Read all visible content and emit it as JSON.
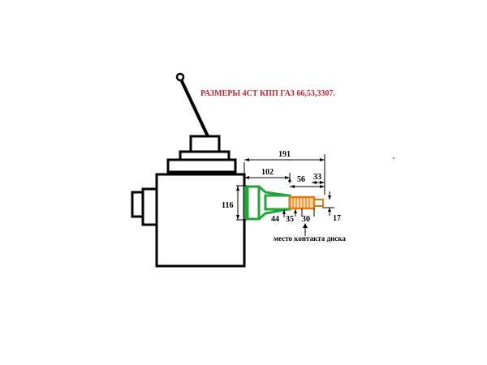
{
  "title": "РАЗМЕРЫ 4СТ КПП ГАЗ 66,53,3307.",
  "caption": "место контакта диска",
  "dimensions": {
    "total_length": "191",
    "bell_length": "102",
    "shaft_section": "56",
    "end_section": "33",
    "flange_height": "116",
    "shaft_diameter": "44",
    "spline_diameter": "35",
    "spline_length": "30",
    "tip_diameter": "17"
  },
  "colors": {
    "outline": "#000000",
    "housing_flange": "#22a33a",
    "spline": "#e07a12",
    "title": "#c0282c"
  }
}
